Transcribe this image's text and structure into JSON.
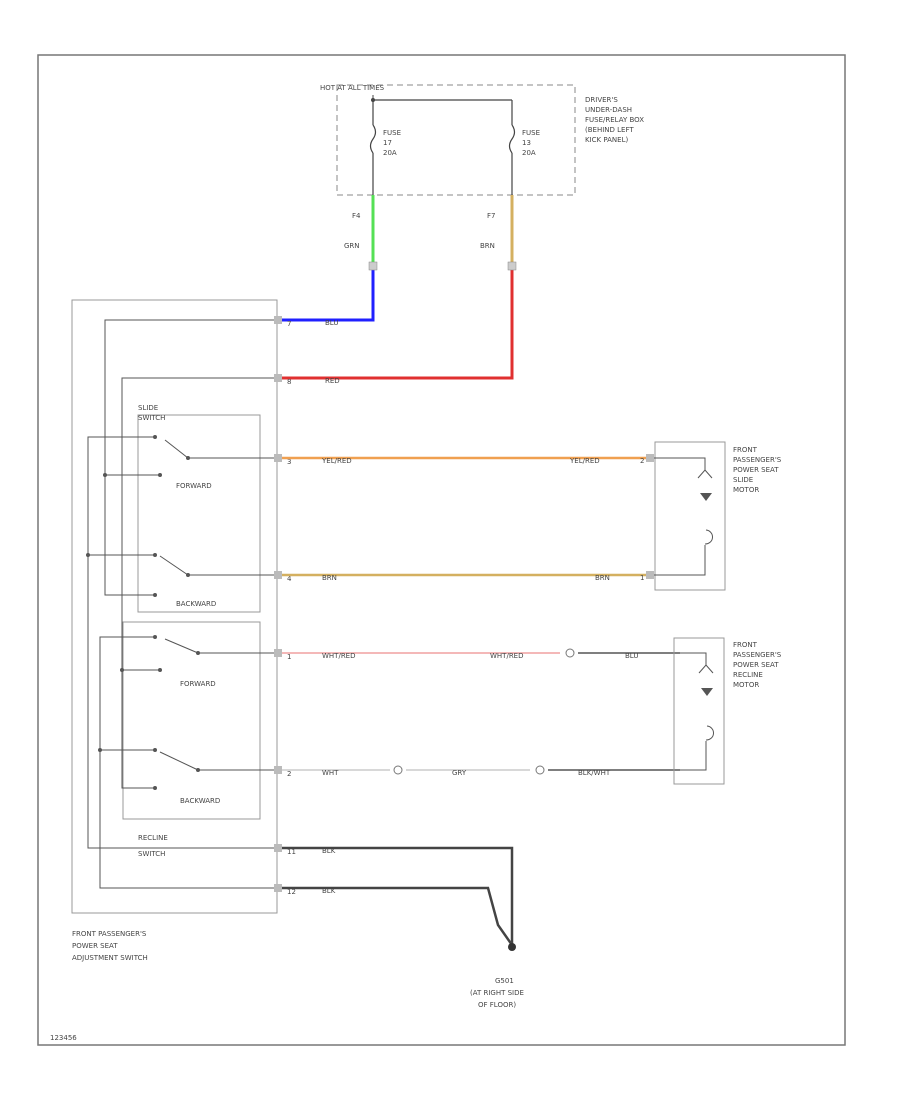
{
  "title": "",
  "fuse_box": {
    "header": "HOT AT ALL TIMES",
    "desc": [
      "DRIVER'S",
      "UNDER-DASH",
      "FUSE/RELAY BOX",
      "(BEHIND LEFT",
      "KICK PANEL)"
    ],
    "fuse1": [
      "FUSE",
      "17",
      "20A"
    ],
    "fuse2": [
      "FUSE",
      "13",
      "20A"
    ],
    "pin1": "F4",
    "pin2": "F7",
    "wire1": "GRN",
    "wire2": "BRN"
  },
  "switch": {
    "label": [
      "FRONT PASSENGER'S",
      "POWER SEAT",
      "ADJUSTMENT SWITCH"
    ],
    "slide_label": [
      "SLIDE",
      "SWITCH"
    ],
    "recline_label": [
      "RECLINE",
      "SWITCH"
    ],
    "forward": "FORWARD",
    "backward": "BACKWARD",
    "pins": [
      "7",
      "8",
      "3",
      "4",
      "1",
      "2",
      "11",
      "12"
    ]
  },
  "wires": {
    "blu": "BLU",
    "red": "RED",
    "yel_red": "YEL/RED",
    "brn": "BRN",
    "wht_red": "WHT/RED",
    "wht": "WHT",
    "gry": "GRY",
    "blk_wht": "BLK/WHT",
    "blk": "BLK"
  },
  "slide_motor": {
    "label": [
      "FRONT",
      "PASSENGER'S",
      "POWER SEAT",
      "SLIDE",
      "MOTOR"
    ],
    "pins": [
      "2",
      "1"
    ]
  },
  "recline_motor": {
    "label": [
      "FRONT",
      "PASSENGER'S",
      "POWER SEAT",
      "RECLINE",
      "MOTOR"
    ]
  },
  "ground": {
    "label": [
      "G501",
      "(AT RIGHT SIDE",
      "OF FLOOR)"
    ]
  },
  "footer_code": "123456",
  "colors": {
    "blue": "#2020ff",
    "red": "#e03030",
    "green": "#55e055",
    "brown": "#d4b060",
    "orange": "#f0a050",
    "pink": "#f0a0a0",
    "line": "#444444"
  }
}
